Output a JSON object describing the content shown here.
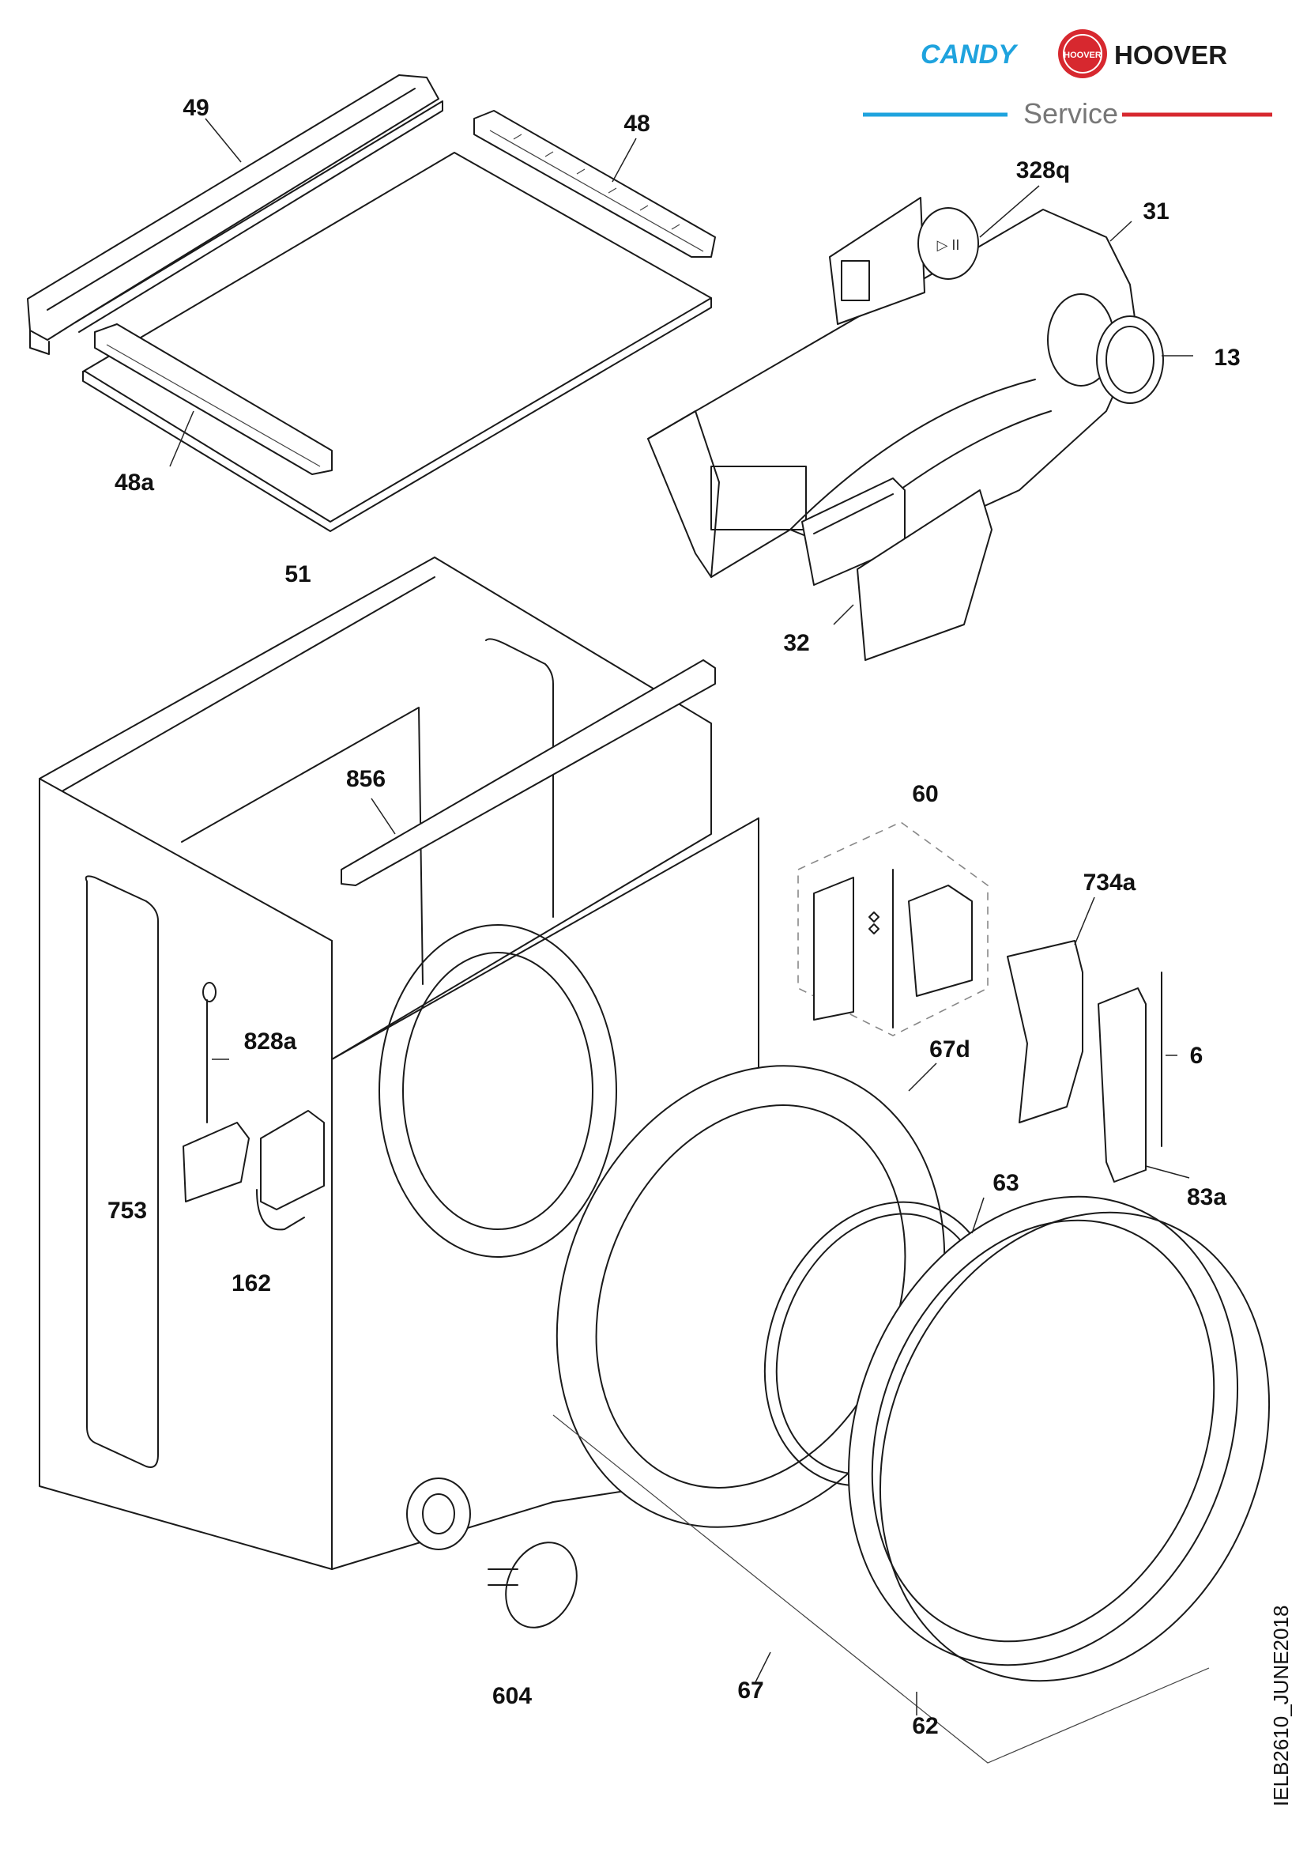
{
  "brand": {
    "candy_logo_text": "CANDY",
    "hoover_badge_text": "HOOVER",
    "hoover_logo_text": "HOOVER",
    "service_text": "Service",
    "colors": {
      "candy_blue": "#1fa3de",
      "hoover_red": "#d7282f",
      "service_gray": "#777777"
    }
  },
  "callouts": {
    "p49": "49",
    "p48": "48",
    "p48a": "48a",
    "p51": "51",
    "p328q": "328q",
    "p31": "31",
    "p13": "13",
    "p32": "32",
    "p856": "856",
    "p60": "60",
    "p734a": "734a",
    "p828a": "828a",
    "p67d": "67d",
    "p6": "6",
    "p753": "753",
    "p162": "162",
    "p63": "63",
    "p83a": "83a",
    "p604": "604",
    "p67": "67",
    "p62": "62"
  },
  "doc_code": "IELB2610_JUNE2018"
}
